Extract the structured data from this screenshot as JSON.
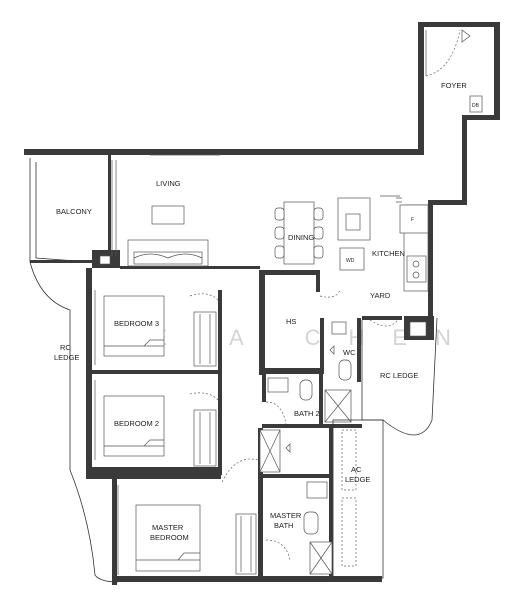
{
  "rooms": {
    "foyer": "FOYER",
    "db": "DB",
    "living": "LIVING",
    "balcony": "BALCONY",
    "dining": "DINING",
    "kitchen": "KITCHEN",
    "fridge": "F",
    "wd": "WD",
    "yard": "YARD",
    "hs": "HS",
    "wc": "WC",
    "rc_ledge_right": "RC LEDGE",
    "rc_ledge_left_1": "RC",
    "rc_ledge_left_2": "LEDGE",
    "bedroom3": "BEDROOM 3",
    "bedroom2": "BEDROOM 2",
    "bath2": "BATH 2",
    "ac_ledge_1": "AC",
    "ac_ledge_2": "LEDGE",
    "master_bedroom_1": "MASTER",
    "master_bedroom_2": "BEDROOM",
    "master_bath_1": "MASTER",
    "master_bath_2": "BATH"
  },
  "watermark": "LEIA CHEN",
  "colors": {
    "wall": "#3a3a3a",
    "watermark": "#d4d4d4",
    "background": "#ffffff"
  }
}
